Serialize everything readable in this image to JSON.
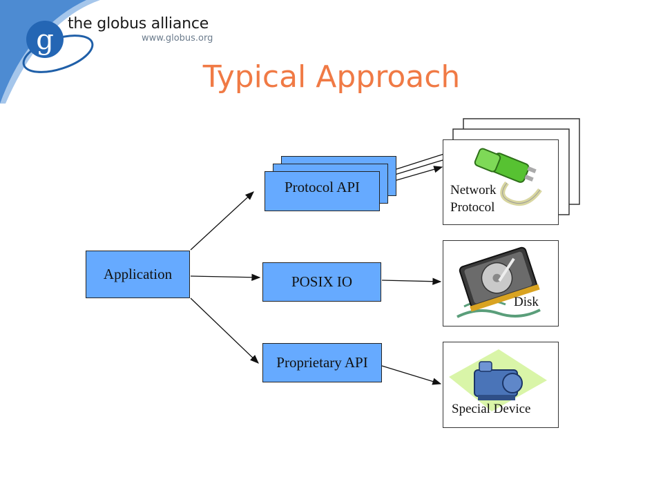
{
  "header": {
    "brand_name": "the globus alliance",
    "brand_url": "www.globus.org",
    "logo_letter": "g"
  },
  "slide": {
    "title": "Typical Approach"
  },
  "diagram": {
    "application": "Application",
    "protocol_api": "Protocol API",
    "posix_io": "POSIX IO",
    "proprietary_api": "Proprietary API",
    "network_label_1": "Network",
    "network_label_2": "Protocol",
    "disk_label": "Disk",
    "device_label": "Special Device"
  },
  "colors": {
    "accent_title": "#f07a45",
    "box_fill": "#66aaff",
    "brand_blue": "#1f5fa8"
  }
}
